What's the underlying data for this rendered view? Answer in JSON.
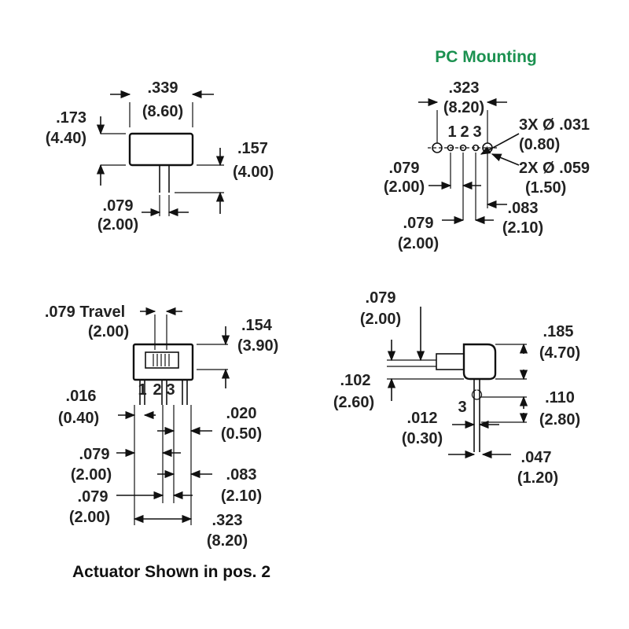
{
  "pc_mounting_title": "PC Mounting",
  "caption": "Actuator Shown in pos. 2",
  "top_left": {
    "width_in": ".339",
    "width_mm": "(8.60)",
    "height_in": ".173",
    "height_mm": "(4.40)",
    "pin_len_in": ".157",
    "pin_len_mm": "(4.00)",
    "pin_w_in": ".079",
    "pin_w_mm": "(2.00)"
  },
  "pc_mount": {
    "span_in": ".323",
    "span_mm": "(8.20)",
    "pin_labels": [
      "1",
      "2",
      "3"
    ],
    "hole_small_in": "3X Ø .031",
    "hole_small_mm": "(0.80)",
    "hole_large_in": "2X Ø .059",
    "hole_large_mm": "(1.50)",
    "pitch_a_in": ".079",
    "pitch_a_mm": "(2.00)",
    "pitch_b_in": ".079",
    "pitch_b_mm": "(2.00)",
    "offset_in": ".083",
    "offset_mm": "(2.10)"
  },
  "front": {
    "travel_in": ".079 Travel",
    "travel_mm": "(2.00)",
    "height_in": ".154",
    "height_mm": "(3.90)",
    "pin_labels": [
      "1",
      "2",
      "3"
    ],
    "pin_thk_in": ".016",
    "pin_thk_mm": "(0.40)",
    "pin_w_in": ".020",
    "pin_w_mm": "(0.50)",
    "pitch_a_in": ".079",
    "pitch_a_mm": "(2.00)",
    "pitch_b_in": ".079",
    "pitch_b_mm": "(2.00)",
    "offset_in": ".083",
    "offset_mm": "(2.10)",
    "span_in": ".323",
    "span_mm": "(8.20)"
  },
  "side": {
    "act_h_in": ".079",
    "act_h_mm": "(2.00)",
    "body_h_in": ".185",
    "body_h_mm": "(4.70)",
    "act_off_in": ".102",
    "act_off_mm": "(2.60)",
    "pin_len_in": ".110",
    "pin_len_mm": "(2.80)",
    "pin_thk_in": ".012",
    "pin_thk_mm": "(0.30)",
    "pin_label": "3",
    "pin_w_in": ".047",
    "pin_w_mm": "(1.20)"
  }
}
